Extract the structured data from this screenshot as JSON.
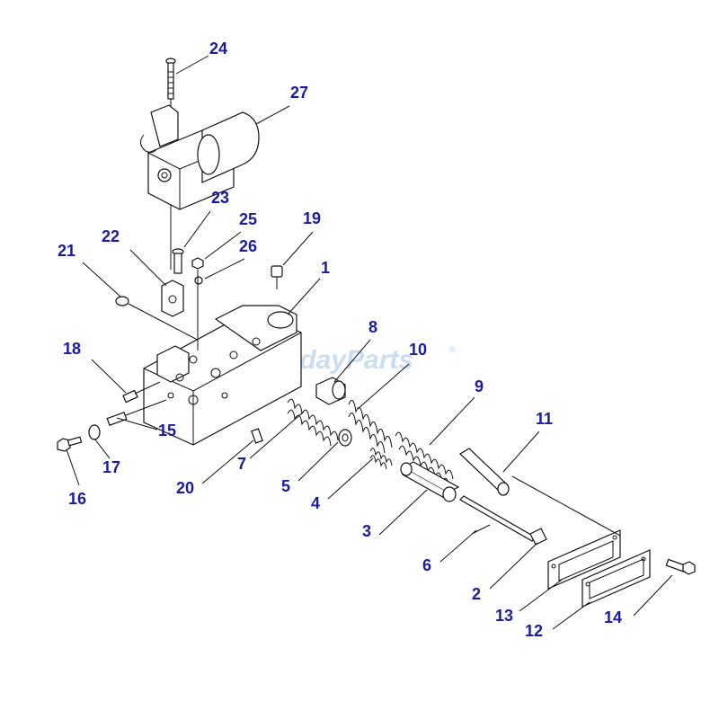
{
  "watermark": "FridayParts",
  "watermark_mark": "®",
  "callouts": [
    {
      "id": "c24",
      "text": "24"
    },
    {
      "id": "c27",
      "text": "27"
    },
    {
      "id": "c23",
      "text": "23"
    },
    {
      "id": "c25",
      "text": "25"
    },
    {
      "id": "c19",
      "text": "19"
    },
    {
      "id": "c22",
      "text": "22"
    },
    {
      "id": "c21",
      "text": "21"
    },
    {
      "id": "c26",
      "text": "26"
    },
    {
      "id": "c1",
      "text": "1"
    },
    {
      "id": "c8",
      "text": "8"
    },
    {
      "id": "c10",
      "text": "10"
    },
    {
      "id": "c18",
      "text": "18"
    },
    {
      "id": "c9",
      "text": "9"
    },
    {
      "id": "c11",
      "text": "11"
    },
    {
      "id": "c15",
      "text": "15"
    },
    {
      "id": "c17",
      "text": "17"
    },
    {
      "id": "c16",
      "text": "16"
    },
    {
      "id": "c7",
      "text": "7"
    },
    {
      "id": "c20",
      "text": "20"
    },
    {
      "id": "c5",
      "text": "5"
    },
    {
      "id": "c4",
      "text": "4"
    },
    {
      "id": "c3",
      "text": "3"
    },
    {
      "id": "c6",
      "text": "6"
    },
    {
      "id": "c2",
      "text": "2"
    },
    {
      "id": "c13",
      "text": "13"
    },
    {
      "id": "c12",
      "text": "12"
    },
    {
      "id": "c14",
      "text": "14"
    }
  ]
}
